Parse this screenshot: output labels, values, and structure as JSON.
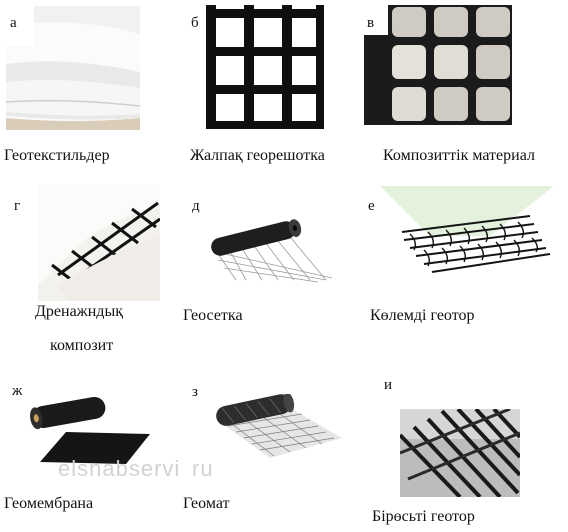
{
  "panels": [
    {
      "letter": "а",
      "caption": "Геотекстильдер",
      "icon": "geotextile-image"
    },
    {
      "letter": "б",
      "caption": "Жалпақ георешотка",
      "icon": "flat-geogrid-image"
    },
    {
      "letter": "в",
      "caption": "Композиттік материал",
      "icon": "composite-material-image"
    },
    {
      "letter": "г",
      "caption_line1": "Дренажндық",
      "caption_line2": "композит",
      "icon": "drainage-composite-image"
    },
    {
      "letter": "д",
      "caption": "Геосетка",
      "icon": "geonet-roll-image"
    },
    {
      "letter": "е",
      "caption": "Көлемді геотор",
      "icon": "volumetric-geogrid-image"
    },
    {
      "letter": "ж",
      "caption": "Геомембрана",
      "icon": "geomembrane-roll-image"
    },
    {
      "letter": "з",
      "caption": "Геомат",
      "icon": "geomat-roll-image"
    },
    {
      "letter": "и",
      "caption": "Бірөсьті геотор",
      "icon": "uniaxial-geogrid-image"
    }
  ],
  "watermark": "elsnabservi",
  "watermark_tail": "ru"
}
